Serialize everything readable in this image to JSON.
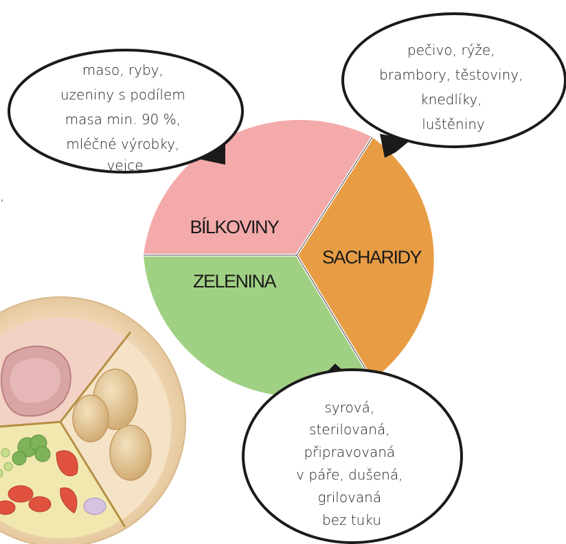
{
  "segments": [
    {
      "id": "bilkoviny",
      "label": "BÍLKOVINY",
      "color": "#f4a9ab"
    },
    {
      "id": "sacharidy",
      "label": "SACHARIDY",
      "color": "#e89d45"
    },
    {
      "id": "zelenina",
      "label": "ZELENINA",
      "color": "#a0d083"
    }
  ],
  "bubbles": [
    {
      "id": "bilkoviny",
      "lines": [
        "maso, ryby,",
        "uzeniny s podílem",
        "masa min. 90 %,",
        "mléčné výrobky,",
        "vejce"
      ]
    },
    {
      "id": "sacharidy",
      "lines": [
        "pečivo, rýže,",
        "brambory, těstoviny,",
        "knedlíky,",
        "luštěniny"
      ]
    },
    {
      "id": "zelenina",
      "lines": [
        "syrová,",
        "sterilovaná,",
        "připravovaná",
        "v páře, dušená,",
        "grilovaná",
        "bez tuku"
      ]
    }
  ],
  "edge_fragment": ","
}
